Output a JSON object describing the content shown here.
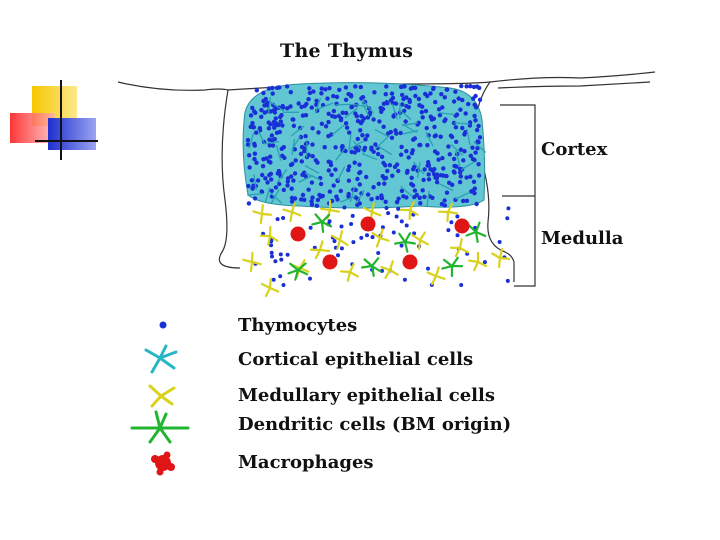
{
  "diagram": {
    "title": "The Thymus",
    "regions": {
      "cortex": "Cortex",
      "medulla": "Medulla"
    },
    "legend": [
      {
        "label": "Thymocytes",
        "icon": "thymocyte-icon",
        "color": "#1a2fd6"
      },
      {
        "label": "Cortical epithelial cells",
        "icon": "cortical-epithelial-cell-icon",
        "color": "#27b6c6"
      },
      {
        "label": "Medullary epithelial cells",
        "icon": "medullary-epithelial-cell-icon",
        "color": "#d8d21c"
      },
      {
        "label": "Dendritic cells (BM origin)",
        "icon": "dendritic-cell-icon",
        "color": "#22b52f"
      },
      {
        "label": "Macrophages",
        "icon": "macrophage-icon",
        "color": "#e01616"
      }
    ]
  },
  "decoration": {
    "colors": [
      "#f6c700",
      "#ff4040",
      "#2a3bd9"
    ]
  }
}
